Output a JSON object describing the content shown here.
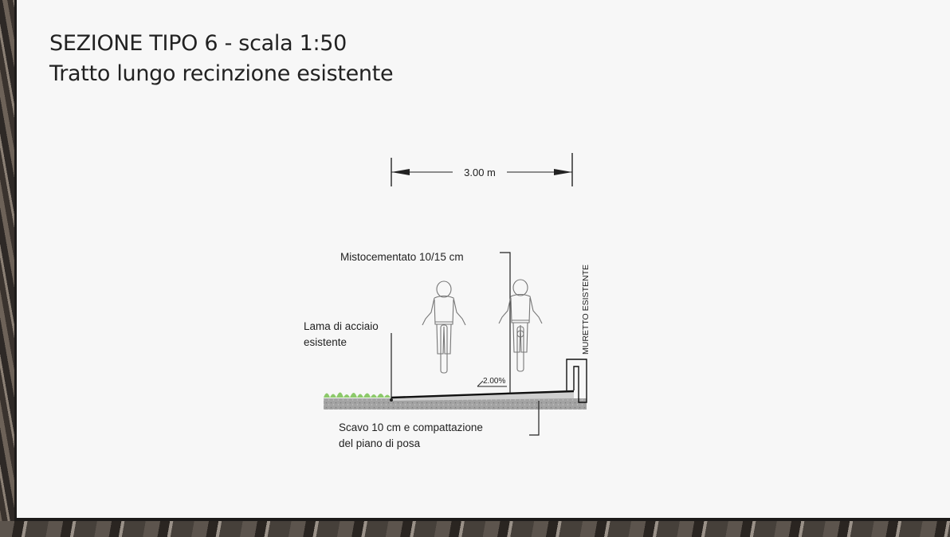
{
  "title": {
    "line1": "SEZIONE TIPO 6 -  scala 1:50",
    "line2": "Tratto lungo recinzione esistente"
  },
  "dimension": {
    "label": "3.00 m"
  },
  "labels": {
    "surface": "Mistocementato 10/15 cm",
    "steel_edge_line1": "Lama di acciaio",
    "steel_edge_line2": "esistente",
    "wall": "MURETTO ESISTENTE",
    "slope": "2.00%",
    "excavation_line1": "Scavo 10 cm e compattazione",
    "excavation_line2": "del piano di posa"
  },
  "colors": {
    "sheet": "#f7f7f7",
    "grass": "#8cc96a",
    "gravel": "#9b9b9b",
    "ink": "#222222"
  }
}
